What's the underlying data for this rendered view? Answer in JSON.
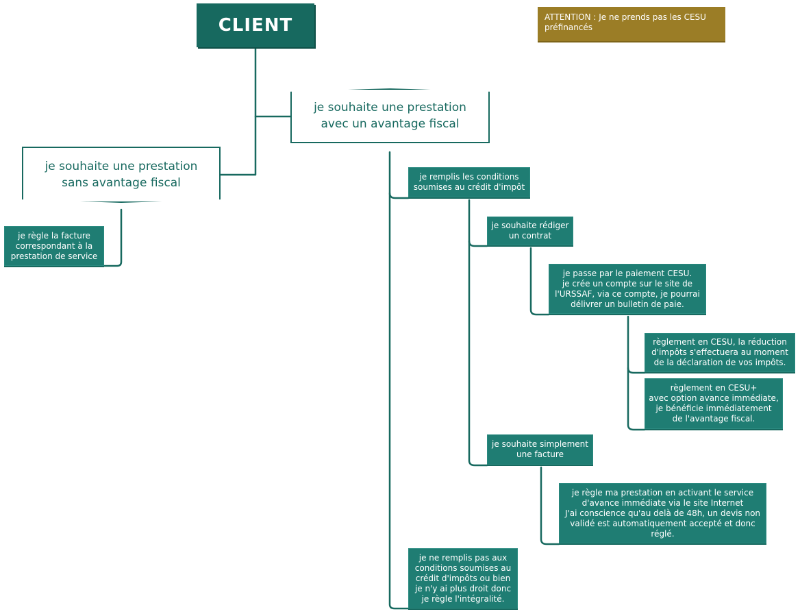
{
  "colors": {
    "primary": "#17695f",
    "leaf": "#1f7d73",
    "note": "#9b7d26",
    "background": "#ffffff"
  },
  "note": {
    "text": "ATTENTION : Je ne prends pas les CESU\npréfinancés"
  },
  "root": {
    "label": "CLIENT"
  },
  "branches": {
    "fiscal": "je souhaite une prestation\navec un avantage fiscal",
    "no_fiscal": "je souhaite une prestation\nsans avantage fiscal"
  },
  "leaves": {
    "facture_simple": "je règle la facture\ncorrespondant à la\nprestation de service",
    "conditions": "je remplis les conditions\nsoumises au crédit d'impôt",
    "contrat": "je souhaite rédiger\nun contrat",
    "cesu": "je passe par le paiement CESU.\nje crée un compte sur le site de\nl'URSSAF, via ce compte, je pourrai\ndélivrer un bulletin de paie.",
    "cesu_reduction": "règlement en CESU, la réduction\nd'impôts s'effectuera au moment\nde la déclaration de vos impôts.",
    "cesu_plus": "règlement en CESU+\navec option avance immédiate,\nje bénéficie immédiatement\nde l'avantage fiscal.",
    "facture": "je souhaite simplement\nune facture",
    "avance": "je règle ma prestation en activant le service\nd'avance immédiate via le site Internet\nJ'ai conscience qu'au delà de 48h, un devis non\nvalidé est automatiquement accepté et donc\nréglé.",
    "non_conditions": "je ne remplis pas aux\nconditions soumises au\ncrédit d'impôts ou bien\nje n'y ai plus droit donc\nje règle l'intégralité."
  }
}
